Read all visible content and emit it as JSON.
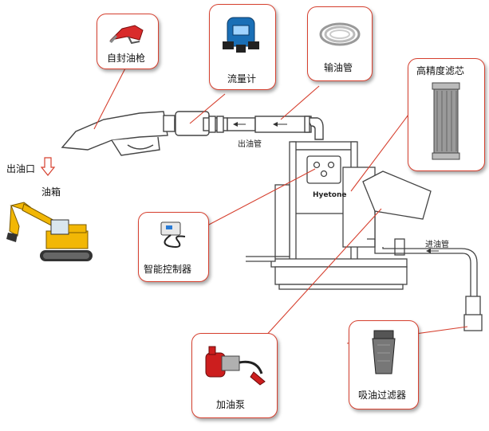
{
  "labels": {
    "nozzle": "自封油枪",
    "meter": "流量计",
    "hose": "输油管",
    "filter_hp": "高精度滤芯",
    "controller": "智能控制器",
    "pump": "加油泵",
    "suction_filter": "吸油过滤器",
    "outlet": "出油口",
    "tank": "油箱",
    "outlet_pipe": "出油管",
    "inlet_pipe": "进油管",
    "brand": "Hyetone"
  },
  "colors": {
    "callout_border": "#d6402f",
    "leader_line": "#d6402f",
    "excavator": "#f2b705",
    "outline": "#444444",
    "arrow_outline": "#d6402f"
  }
}
